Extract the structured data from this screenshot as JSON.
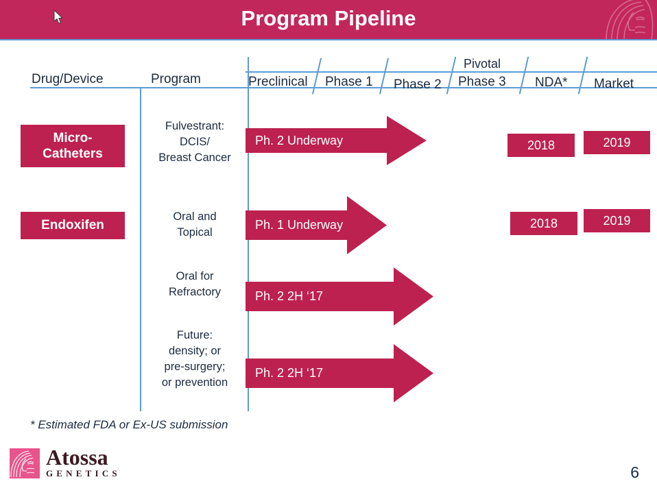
{
  "slide": {
    "title": "Program Pipeline",
    "page_number": "6",
    "footnote": "* Estimated FDA or Ex-US submission",
    "accent_color": "#c2275c",
    "box_color": "#bd2150",
    "rule_color": "#5b9bd5",
    "text_color": "#1b2a3f"
  },
  "header_icons": {
    "watermark_logo": "atossa-face-logo",
    "cursor": "mouse-cursor"
  },
  "columns": [
    {
      "label": "Drug/Device"
    },
    {
      "label": "Program"
    },
    {
      "label": "Preclinical"
    },
    {
      "label": "Phase 1"
    },
    {
      "label": "Phase 2"
    },
    {
      "label": "Pivotal"
    },
    {
      "label": "Phase 3"
    },
    {
      "label": "NDA*"
    },
    {
      "label": "Market"
    }
  ],
  "rows": [
    {
      "drug": "Micro-\nCatheters",
      "program": "Fulvestrant:\nDCIS/\nBreast Cancer",
      "status": "Ph. 2 Underway",
      "nda_year": "2018",
      "market_year": "2019"
    },
    {
      "drug": "Endoxifen",
      "program": "Oral and\nTopical",
      "status": "Ph. 1 Underway",
      "nda_year": "2018",
      "market_year": "2019"
    },
    {
      "drug": "",
      "program": "Oral for\nRefractory",
      "status": "Ph. 2 2H ‘17",
      "nda_year": "",
      "market_year": ""
    },
    {
      "drug": "",
      "program": "Future:\ndensity; or\npre-surgery;\nor prevention",
      "status": "Ph. 2 2H ‘17",
      "nda_year": "",
      "market_year": ""
    }
  ],
  "footer": {
    "brand_name": "Atossa",
    "brand_sub": "GENETICS",
    "brand_mark": "atossa-face-logo"
  }
}
